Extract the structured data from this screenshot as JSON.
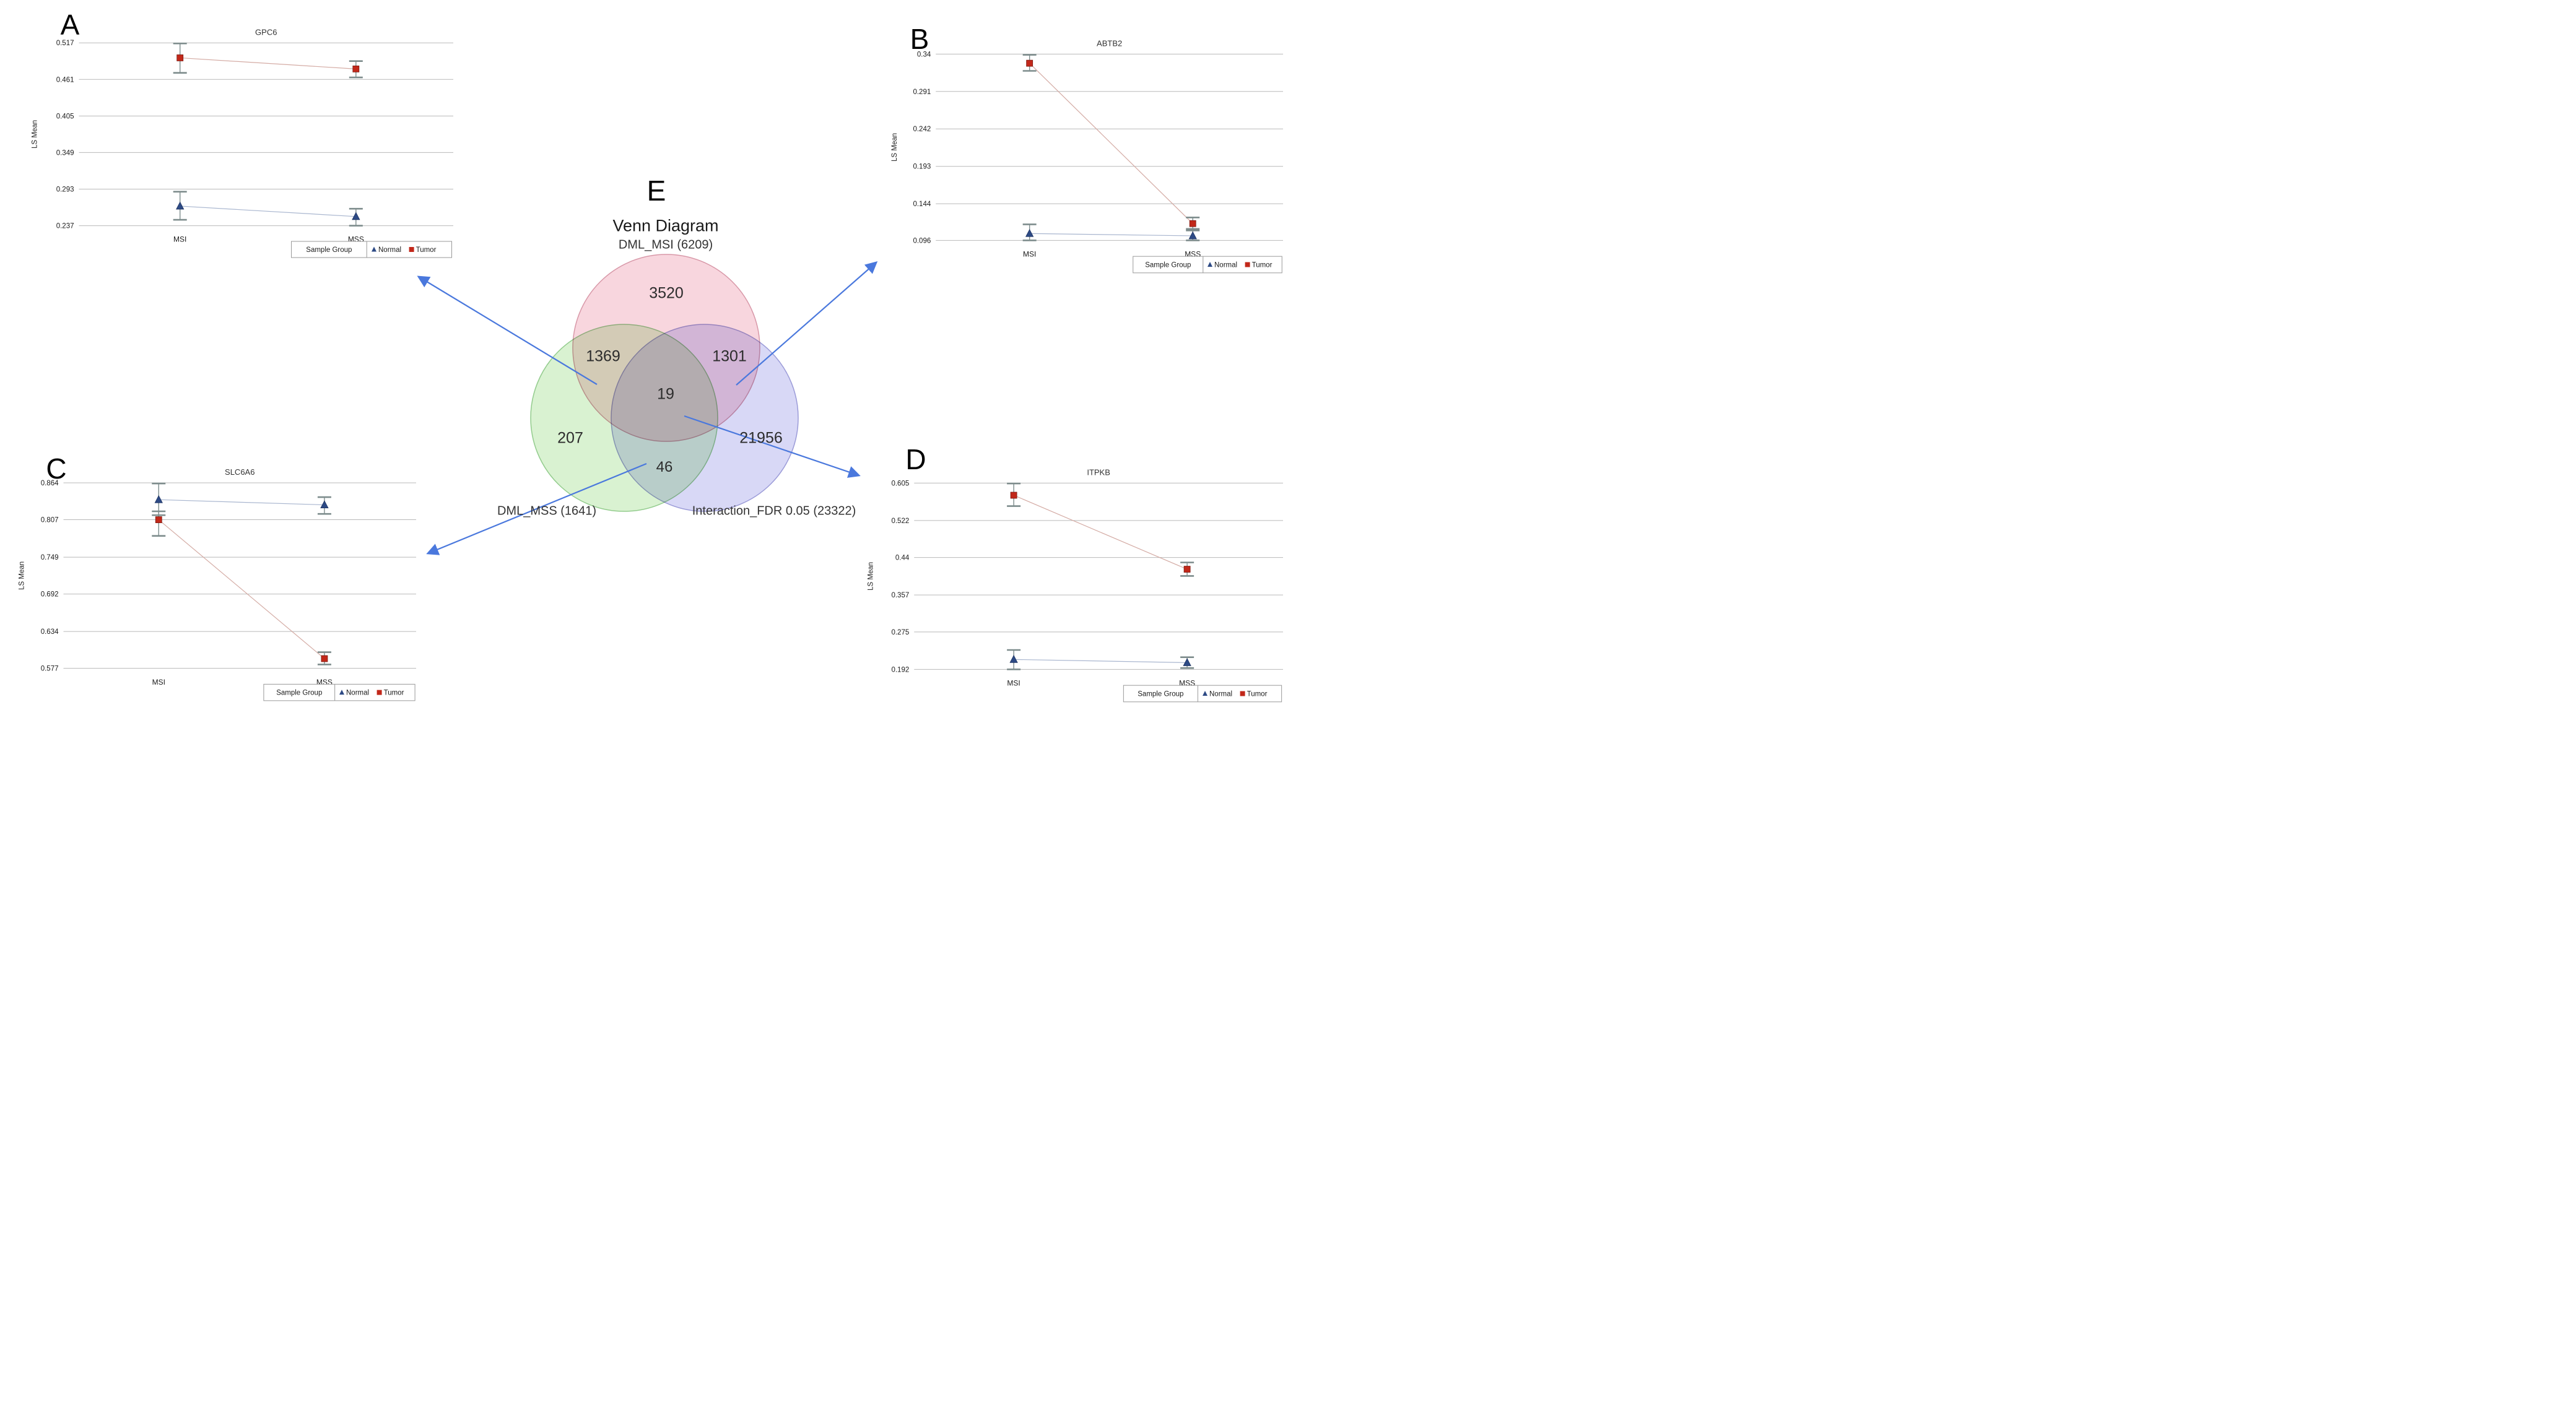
{
  "figure_title": "Venn Diagram",
  "colors": {
    "arrow": "#4a78dd",
    "grid": "#b9b9b9",
    "errorbar": "#7d8c8c",
    "normal": "#2d4a85",
    "tumor": "#c2281a"
  },
  "chart_data": [
    {
      "panel": "A",
      "type": "line",
      "title": "GPC6",
      "ylabel": "LS Mean",
      "yticks": [
        0.517,
        0.461,
        0.405,
        0.349,
        0.293,
        0.237
      ],
      "ylim": [
        0.237,
        0.517
      ],
      "categories": [
        "MSI",
        "MSS"
      ],
      "legend_title": "Sample Group",
      "grid": true,
      "legend_position": "bottom-right",
      "series": [
        {
          "name": "Normal",
          "marker": "triangle",
          "color": "#2d4a85",
          "line_color": "#a9b6cf",
          "values": [
            {
              "category": "MSI",
              "y": 0.267,
              "ci_low": 0.246,
              "ci_high": 0.289
            },
            {
              "category": "MSS",
              "y": 0.251,
              "ci_low": 0.237,
              "ci_high": 0.263
            }
          ]
        },
        {
          "name": "Tumor",
          "marker": "square",
          "color": "#c2281a",
          "line_color": "#d4aba4",
          "values": [
            {
              "category": "MSI",
              "y": 0.494,
              "ci_low": 0.471,
              "ci_high": 0.516
            },
            {
              "category": "MSS",
              "y": 0.477,
              "ci_low": 0.464,
              "ci_high": 0.489
            }
          ]
        }
      ]
    },
    {
      "panel": "B",
      "type": "line",
      "title": "ABTB2",
      "ylabel": "LS Mean",
      "yticks": [
        0.34,
        0.291,
        0.242,
        0.193,
        0.144,
        0.096
      ],
      "ylim": [
        0.096,
        0.34
      ],
      "categories": [
        "MSI",
        "MSS"
      ],
      "legend_title": "Sample Group",
      "grid": true,
      "legend_position": "bottom-right",
      "series": [
        {
          "name": "Normal",
          "marker": "triangle",
          "color": "#2d4a85",
          "line_color": "#a9b6cf",
          "values": [
            {
              "category": "MSI",
              "y": 0.105,
              "ci_low": 0.096,
              "ci_high": 0.117
            },
            {
              "category": "MSS",
              "y": 0.102,
              "ci_low": 0.096,
              "ci_high": 0.109
            }
          ]
        },
        {
          "name": "Tumor",
          "marker": "square",
          "color": "#c2281a",
          "line_color": "#d4aba4",
          "values": [
            {
              "category": "MSI",
              "y": 0.328,
              "ci_low": 0.318,
              "ci_high": 0.339
            },
            {
              "category": "MSS",
              "y": 0.118,
              "ci_low": 0.111,
              "ci_high": 0.126
            }
          ]
        }
      ]
    },
    {
      "panel": "C",
      "type": "line",
      "title": "SLC6A6",
      "ylabel": "LS Mean",
      "yticks": [
        0.864,
        0.807,
        0.749,
        0.692,
        0.634,
        0.577
      ],
      "ylim": [
        0.577,
        0.864
      ],
      "categories": [
        "MSI",
        "MSS"
      ],
      "legend_title": "Sample Group",
      "grid": true,
      "legend_position": "bottom-right",
      "series": [
        {
          "name": "Normal",
          "marker": "triangle",
          "color": "#2d4a85",
          "line_color": "#a9b6cf",
          "values": [
            {
              "category": "MSI",
              "y": 0.838,
              "ci_low": 0.814,
              "ci_high": 0.863
            },
            {
              "category": "MSS",
              "y": 0.83,
              "ci_low": 0.816,
              "ci_high": 0.842
            }
          ]
        },
        {
          "name": "Tumor",
          "marker": "square",
          "color": "#c2281a",
          "line_color": "#d4aba4",
          "values": [
            {
              "category": "MSI",
              "y": 0.807,
              "ci_low": 0.782,
              "ci_high": 0.82
            },
            {
              "category": "MSS",
              "y": 0.592,
              "ci_low": 0.583,
              "ci_high": 0.602
            }
          ]
        }
      ]
    },
    {
      "panel": "D",
      "type": "line",
      "title": "ITPKB",
      "ylabel": "LS Mean",
      "yticks": [
        0.605,
        0.522,
        0.44,
        0.357,
        0.275,
        0.192
      ],
      "ylim": [
        0.192,
        0.605
      ],
      "categories": [
        "MSI",
        "MSS"
      ],
      "legend_title": "Sample Group",
      "grid": true,
      "legend_position": "bottom-right",
      "series": [
        {
          "name": "Normal",
          "marker": "triangle",
          "color": "#2d4a85",
          "line_color": "#a9b6cf",
          "values": [
            {
              "category": "MSI",
              "y": 0.214,
              "ci_low": 0.192,
              "ci_high": 0.235
            },
            {
              "category": "MSS",
              "y": 0.207,
              "ci_low": 0.195,
              "ci_high": 0.219
            }
          ]
        },
        {
          "name": "Tumor",
          "marker": "square",
          "color": "#c2281a",
          "line_color": "#d4aba4",
          "values": [
            {
              "category": "MSI",
              "y": 0.578,
              "ci_low": 0.554,
              "ci_high": 0.604
            },
            {
              "category": "MSS",
              "y": 0.414,
              "ci_low": 0.399,
              "ci_high": 0.429
            }
          ]
        }
      ]
    },
    {
      "panel": "E",
      "type": "venn",
      "title": "Venn Diagram",
      "sets": [
        {
          "name": "DML_MSI",
          "label": "DML_MSI (6209)",
          "total": 6209,
          "color": "#f8d6de",
          "stroke": "#d898a8"
        },
        {
          "name": "DML_MSS",
          "label": "DML_MSS (1641)",
          "total": 1641,
          "color": "#d9f2d1",
          "stroke": "#93cc8d"
        },
        {
          "name": "Interaction_FDR",
          "label": "Interaction_FDR 0.05 (23322)",
          "total": 23322,
          "color": "#d8d8f6",
          "stroke": "#9b9bd8"
        }
      ],
      "regions": {
        "msi_only": 3520,
        "msi_mss": 1369,
        "msi_interaction": 1301,
        "all_three": 19,
        "mss_only": 207,
        "mss_interaction": 46,
        "interaction_only": 21956
      }
    }
  ]
}
